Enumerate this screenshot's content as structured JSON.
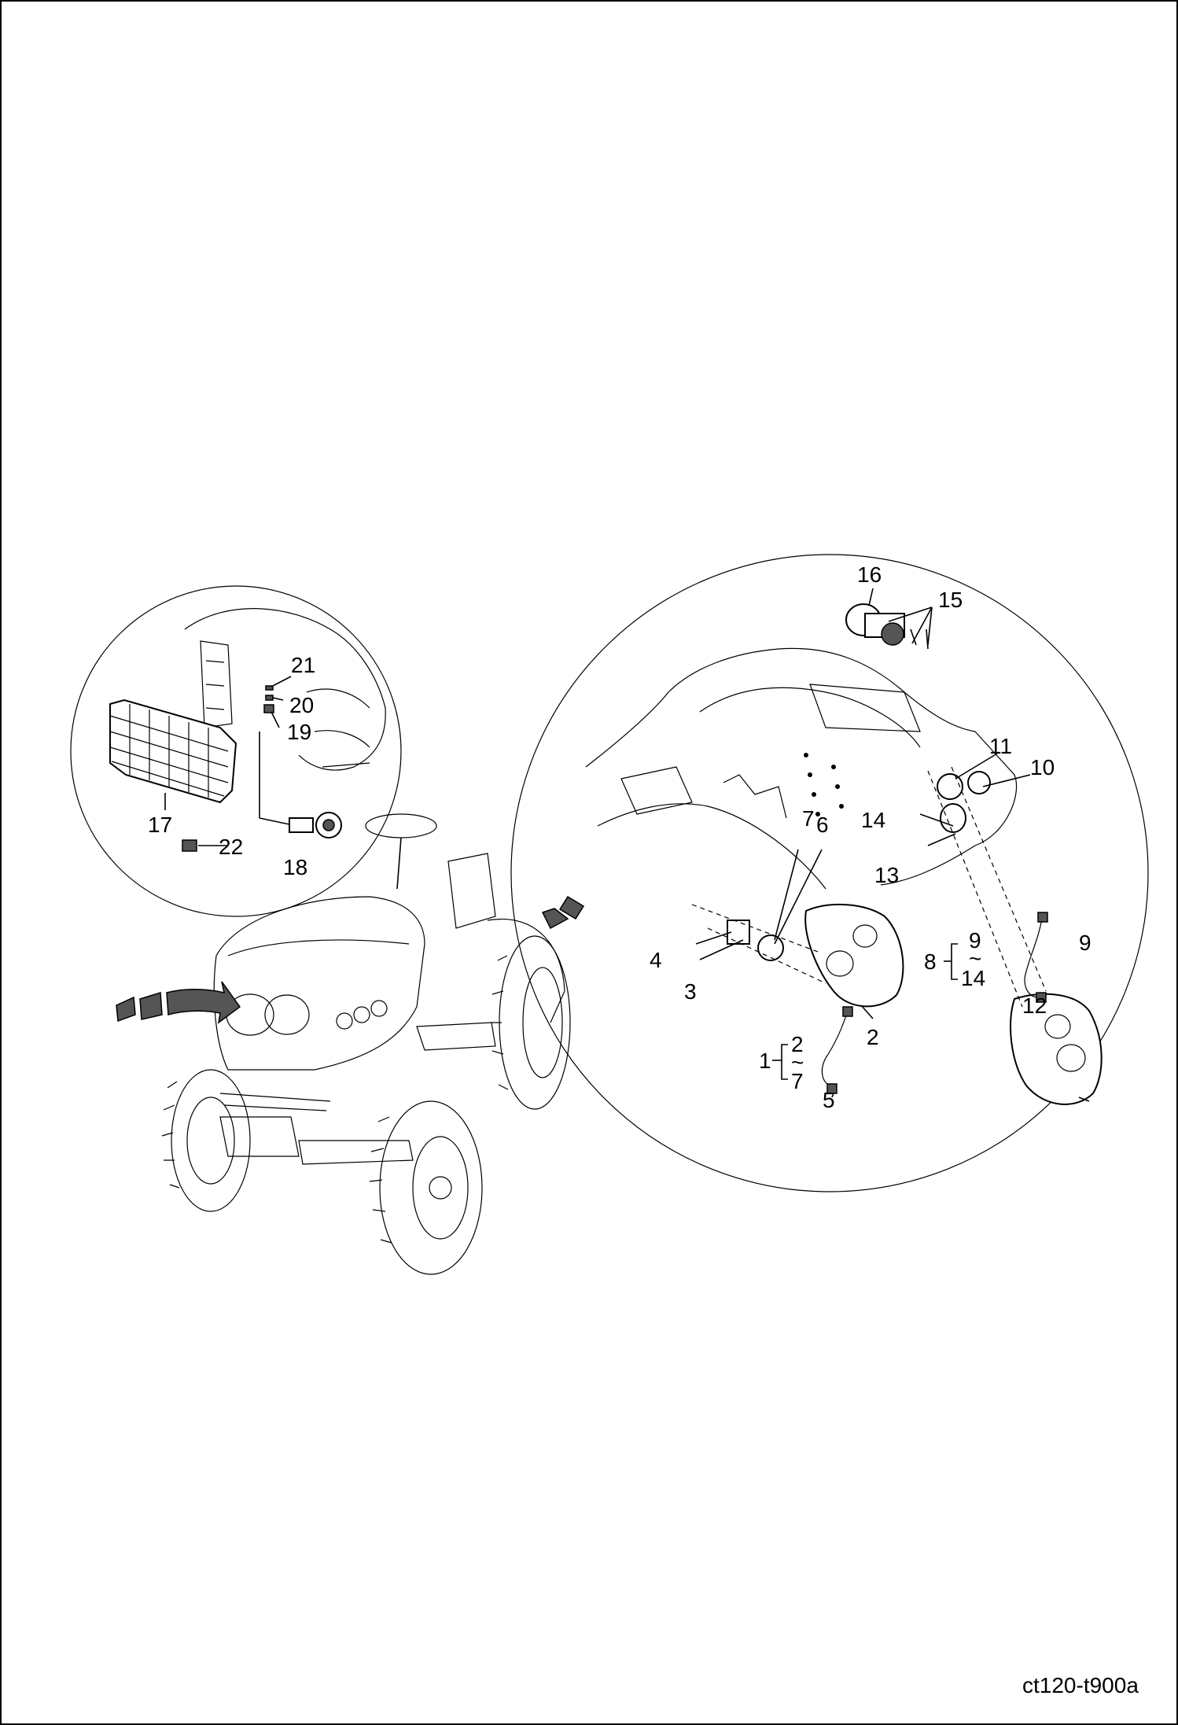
{
  "figure_code": "ct120-t900a",
  "callouts_left": [
    "17",
    "18",
    "19",
    "20",
    "21",
    "22"
  ],
  "callouts_right": [
    "1",
    "2",
    "3",
    "4",
    "5",
    "6",
    "7",
    "8",
    "9",
    "10",
    "11",
    "12",
    "13",
    "14",
    "15",
    "16"
  ],
  "range_groups": [
    {
      "id": "1",
      "from": "2",
      "tilde": "~",
      "to": "7"
    },
    {
      "id": "8",
      "from": "9",
      "tilde": "~",
      "to": "14"
    }
  ]
}
